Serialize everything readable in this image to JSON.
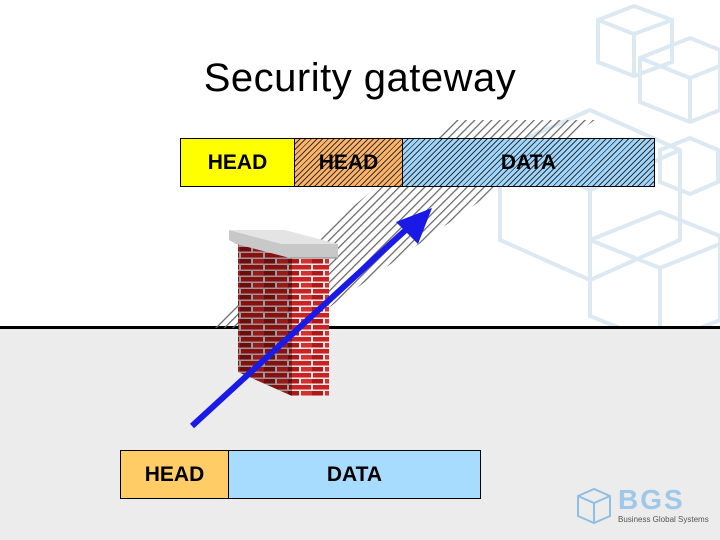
{
  "slide": {
    "title": "Security gateway"
  },
  "top_packet": {
    "head_1": "HEAD",
    "head_2": "HEAD",
    "data": "DATA"
  },
  "bottom_packet": {
    "head": "HEAD",
    "data": "DATA"
  },
  "logo": {
    "name": "BGS",
    "subtitle": "Business Global Systems"
  },
  "colors": {
    "head_yellow": "#ffff00",
    "head_orange": "#ffcc66",
    "data_blue": "#a8dcff",
    "arrow_blue": "#1a1ae6",
    "brick_red": "#cc2222"
  },
  "icons": [
    "firewall-brick-wall-icon",
    "cube-outline-icon",
    "bgs-logo-cube-icon"
  ]
}
